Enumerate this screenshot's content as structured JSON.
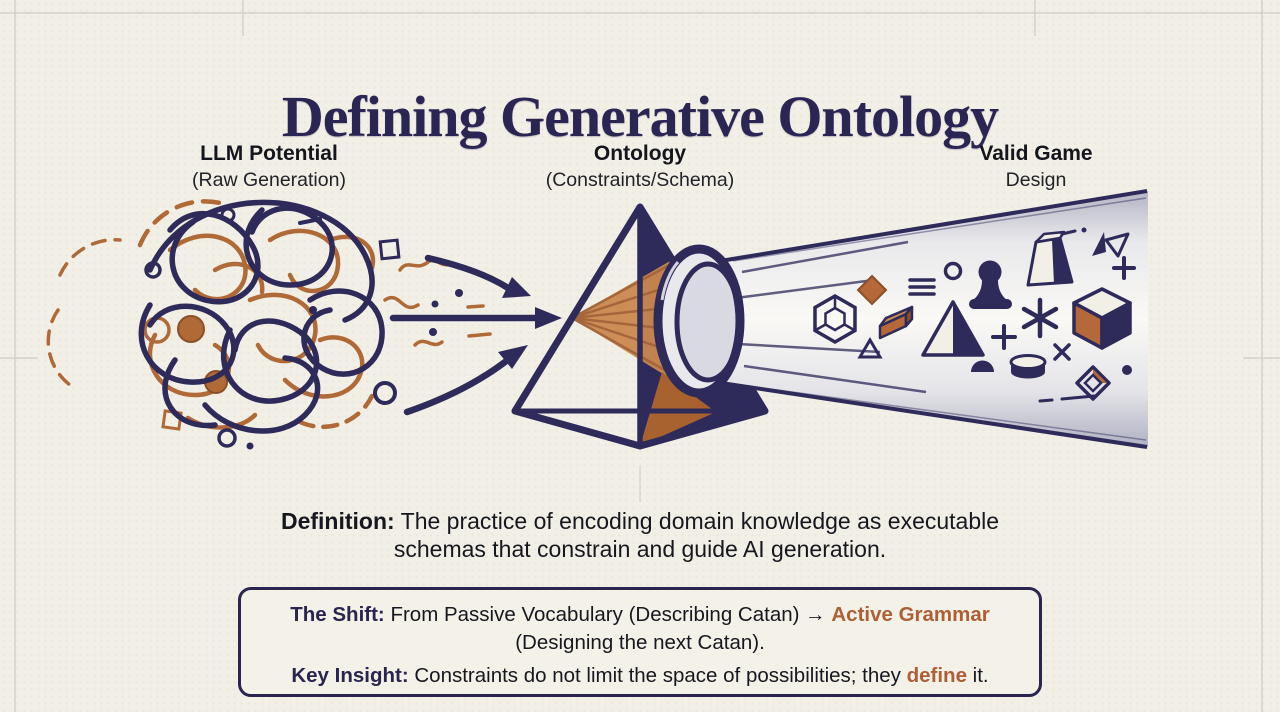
{
  "title": "Defining Generative Ontology",
  "columns": [
    {
      "title": "LLM Potential",
      "subtitle": "(Raw Generation)"
    },
    {
      "title": "Ontology",
      "subtitle": "(Constraints/Schema)"
    },
    {
      "title": "Valid Game",
      "subtitle": "Design"
    }
  ],
  "definition": {
    "label": "Definition:",
    "line1_rest": " The practice of encoding domain knowledge as executable",
    "line2": "schemas that constrain and guide AI generation."
  },
  "shift_box": {
    "shift_label": "The Shift:",
    "shift_rest": " From Passive Vocabulary (Describing Catan) → ",
    "shift_highlight": "Active Grammar",
    "shift_line2": "(Designing the next Catan).",
    "insight_label": "Key Insight:",
    "insight_rest": " Constraints do not limit the space of possibilities; they ",
    "insight_highlight": "define",
    "insight_tail": " it."
  },
  "palette": {
    "background": "#f2efe7",
    "navy": "#2e2a5a",
    "title_navy": "#2b2553",
    "orange": "#ad5f35",
    "orange_fill": "#bf7a42",
    "ink": "#17171f",
    "beam_silver": "#bcbcca",
    "box_border": "#29254e",
    "crop_mark": "#b9b7ae"
  },
  "illustration": {
    "icons": [
      "tangle-scribble-icon",
      "flow-arrow-top-icon",
      "flow-arrow-middle-icon",
      "flow-arrow-bottom-icon",
      "prism-icon",
      "lens-ring-icon",
      "light-beam-icon",
      "hex-die-icon",
      "diamond-icon",
      "brick-icon",
      "triangle-outline-icon",
      "menu-lines-icon",
      "small-circle-icon",
      "pyramid-icon",
      "pawn-icon",
      "plus-icon",
      "dome-icon",
      "cylinder-icon",
      "asterisk-icon",
      "plinth-icon",
      "x-mark-icon",
      "flag-icon",
      "cube-icon",
      "diamond-outline-icon",
      "dot-icon",
      "crop-marks"
    ]
  }
}
